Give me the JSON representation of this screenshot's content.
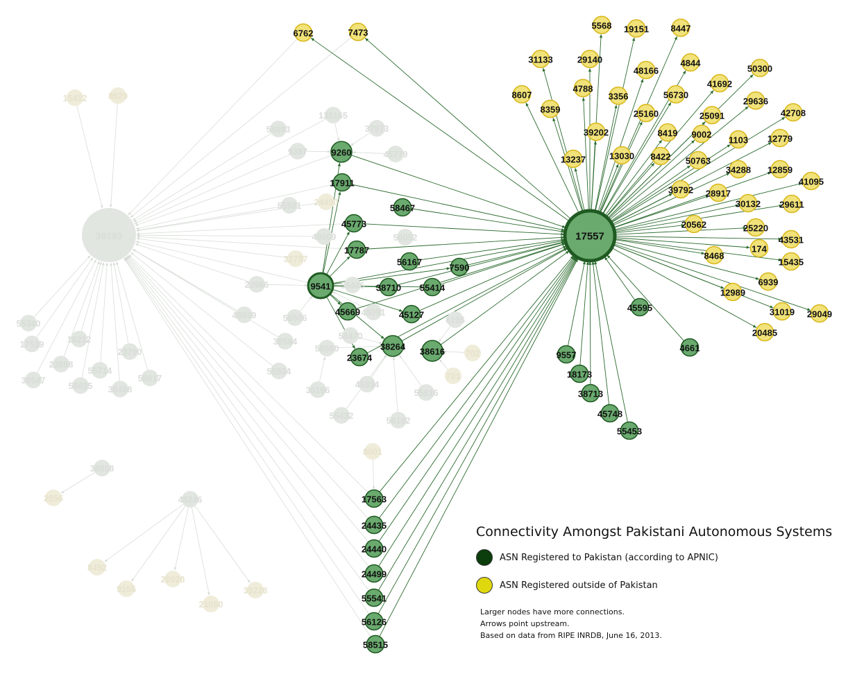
{
  "colors": {
    "pk_fill": "#6aaa6e",
    "pk_stroke": "#1f5a22",
    "foreign_fill": "#f1e27a",
    "foreign_stroke": "#d9b81c",
    "faded_fill": "#e2e6e1",
    "faded_foreign_fill": "#efecda",
    "edge_active": "#2a6a2d",
    "edge_faded": "#dbe0da",
    "legend_pk": "#0c3d0c",
    "legend_foreign": "#e0d80f"
  },
  "legend": {
    "title": "Connectivity Amongst Pakistani Autonomous Systems",
    "items": [
      {
        "label": "ASN Registered to Pakistan (according to APNIC)",
        "color": "#0c3d0c"
      },
      {
        "label": "ASN Registered outside of Pakistan",
        "color": "#e0d80f"
      }
    ],
    "notes": [
      "Larger nodes have more connections.",
      "Arrows point upstream.",
      "Based on data from RIPE INRDB, June 16, 2013."
    ]
  },
  "nodes": [
    {
      "id": "17557",
      "kind": "pk"
    },
    {
      "id": "9541",
      "kind": "pk"
    },
    {
      "id": "9260",
      "kind": "pk"
    },
    {
      "id": "17911",
      "kind": "pk"
    },
    {
      "id": "58467",
      "kind": "pk"
    },
    {
      "id": "45773",
      "kind": "pk"
    },
    {
      "id": "17787",
      "kind": "pk"
    },
    {
      "id": "56167",
      "kind": "pk"
    },
    {
      "id": "7590",
      "kind": "pk"
    },
    {
      "id": "38710",
      "kind": "pk"
    },
    {
      "id": "55414",
      "kind": "pk"
    },
    {
      "id": "45669",
      "kind": "pk"
    },
    {
      "id": "45127",
      "kind": "pk"
    },
    {
      "id": "38264",
      "kind": "pk"
    },
    {
      "id": "38616",
      "kind": "pk"
    },
    {
      "id": "23674",
      "kind": "pk"
    },
    {
      "id": "45595",
      "kind": "pk"
    },
    {
      "id": "4661",
      "kind": "pk"
    },
    {
      "id": "9557",
      "kind": "pk"
    },
    {
      "id": "18173",
      "kind": "pk"
    },
    {
      "id": "38713",
      "kind": "pk"
    },
    {
      "id": "45748",
      "kind": "pk"
    },
    {
      "id": "55453",
      "kind": "pk"
    },
    {
      "id": "17563",
      "kind": "pk"
    },
    {
      "id": "24435",
      "kind": "pk"
    },
    {
      "id": "24440",
      "kind": "pk"
    },
    {
      "id": "24499",
      "kind": "pk"
    },
    {
      "id": "55541",
      "kind": "pk"
    },
    {
      "id": "56126",
      "kind": "pk"
    },
    {
      "id": "58515",
      "kind": "pk"
    },
    {
      "id": "6762",
      "kind": "foreign"
    },
    {
      "id": "7473",
      "kind": "foreign"
    },
    {
      "id": "5568",
      "kind": "foreign"
    },
    {
      "id": "19151",
      "kind": "foreign"
    },
    {
      "id": "8447",
      "kind": "foreign"
    },
    {
      "id": "31133",
      "kind": "foreign"
    },
    {
      "id": "29140",
      "kind": "foreign"
    },
    {
      "id": "4844",
      "kind": "foreign"
    },
    {
      "id": "48166",
      "kind": "foreign"
    },
    {
      "id": "50300",
      "kind": "foreign"
    },
    {
      "id": "8607",
      "kind": "foreign"
    },
    {
      "id": "4788",
      "kind": "foreign"
    },
    {
      "id": "3356",
      "kind": "foreign"
    },
    {
      "id": "56730",
      "kind": "foreign"
    },
    {
      "id": "41692",
      "kind": "foreign"
    },
    {
      "id": "29636",
      "kind": "foreign"
    },
    {
      "id": "8359",
      "kind": "foreign"
    },
    {
      "id": "25160",
      "kind": "foreign"
    },
    {
      "id": "25091",
      "kind": "foreign"
    },
    {
      "id": "42708",
      "kind": "foreign"
    },
    {
      "id": "39202",
      "kind": "foreign"
    },
    {
      "id": "8419",
      "kind": "foreign"
    },
    {
      "id": "9002",
      "kind": "foreign"
    },
    {
      "id": "1103",
      "kind": "foreign"
    },
    {
      "id": "12779",
      "kind": "foreign"
    },
    {
      "id": "13237",
      "kind": "foreign"
    },
    {
      "id": "13030",
      "kind": "foreign"
    },
    {
      "id": "8422",
      "kind": "foreign"
    },
    {
      "id": "50763",
      "kind": "foreign"
    },
    {
      "id": "34288",
      "kind": "foreign"
    },
    {
      "id": "12859",
      "kind": "foreign"
    },
    {
      "id": "41095",
      "kind": "foreign"
    },
    {
      "id": "39792",
      "kind": "foreign"
    },
    {
      "id": "28917",
      "kind": "foreign"
    },
    {
      "id": "30132",
      "kind": "foreign"
    },
    {
      "id": "29611",
      "kind": "foreign"
    },
    {
      "id": "20562",
      "kind": "foreign"
    },
    {
      "id": "25220",
      "kind": "foreign"
    },
    {
      "id": "43531",
      "kind": "foreign"
    },
    {
      "id": "174",
      "kind": "foreign"
    },
    {
      "id": "8468",
      "kind": "foreign"
    },
    {
      "id": "15435",
      "kind": "foreign"
    },
    {
      "id": "6939",
      "kind": "foreign"
    },
    {
      "id": "12989",
      "kind": "foreign"
    },
    {
      "id": "31019",
      "kind": "foreign"
    },
    {
      "id": "29049",
      "kind": "foreign"
    },
    {
      "id": "20485",
      "kind": "foreign"
    },
    {
      "id": "38193",
      "kind": "faded"
    },
    {
      "id": "15412",
      "kind": "faded_foreign"
    },
    {
      "id": "8529",
      "kind": "faded_foreign"
    },
    {
      "id": "132165",
      "kind": "faded"
    },
    {
      "id": "58893",
      "kind": "faded"
    },
    {
      "id": "37973",
      "kind": "faded"
    },
    {
      "id": "9387",
      "kind": "faded"
    },
    {
      "id": "45779",
      "kind": "faded"
    },
    {
      "id": "55501",
      "kind": "faded"
    },
    {
      "id": "24490",
      "kind": "faded_foreign"
    },
    {
      "id": "48609",
      "kind": "faded"
    },
    {
      "id": "56052",
      "kind": "faded"
    },
    {
      "id": "32787",
      "kind": "faded_foreign"
    },
    {
      "id": "23966",
      "kind": "faded"
    },
    {
      "id": "55446",
      "kind": "faded"
    },
    {
      "id": "45939",
      "kind": "faded"
    },
    {
      "id": "58506",
      "kind": "faded"
    },
    {
      "id": "45091",
      "kind": "faded"
    },
    {
      "id": "6195",
      "kind": "faded"
    },
    {
      "id": "58470",
      "kind": "faded"
    },
    {
      "id": "38584",
      "kind": "faded"
    },
    {
      "id": "58680",
      "kind": "faded"
    },
    {
      "id": "702",
      "kind": "faded_foreign"
    },
    {
      "id": "701",
      "kind": "faded_foreign"
    },
    {
      "id": "55534",
      "kind": "faded"
    },
    {
      "id": "38196",
      "kind": "faded"
    },
    {
      "id": "45834",
      "kind": "faded"
    },
    {
      "id": "55816",
      "kind": "faded"
    },
    {
      "id": "55432",
      "kind": "faded"
    },
    {
      "id": "56192",
      "kind": "faded"
    },
    {
      "id": "55340",
      "kind": "faded"
    },
    {
      "id": "17539",
      "kind": "faded"
    },
    {
      "id": "18212",
      "kind": "faded"
    },
    {
      "id": "23790",
      "kind": "faded"
    },
    {
      "id": "23888",
      "kind": "faded"
    },
    {
      "id": "55714",
      "kind": "faded"
    },
    {
      "id": "38547",
      "kind": "faded"
    },
    {
      "id": "58895",
      "kind": "faded"
    },
    {
      "id": "38488",
      "kind": "faded"
    },
    {
      "id": "58617",
      "kind": "faded"
    },
    {
      "id": "8001",
      "kind": "faded_foreign"
    },
    {
      "id": "38808",
      "kind": "faded"
    },
    {
      "id": "2856",
      "kind": "faded_foreign"
    },
    {
      "id": "45246",
      "kind": "faded"
    },
    {
      "id": "8452",
      "kind": "faded_foreign"
    },
    {
      "id": "9155",
      "kind": "faded_foreign"
    },
    {
      "id": "20928",
      "kind": "faded_foreign"
    },
    {
      "id": "21050",
      "kind": "faded_foreign"
    },
    {
      "id": "39228",
      "kind": "faded_foreign"
    }
  ],
  "edges": [
    [
      "17557",
      "5568"
    ],
    [
      "17557",
      "19151"
    ],
    [
      "17557",
      "8447"
    ],
    [
      "17557",
      "31133"
    ],
    [
      "17557",
      "29140"
    ],
    [
      "17557",
      "4844"
    ],
    [
      "17557",
      "48166"
    ],
    [
      "17557",
      "50300"
    ],
    [
      "17557",
      "8607"
    ],
    [
      "17557",
      "4788"
    ],
    [
      "17557",
      "3356"
    ],
    [
      "17557",
      "56730"
    ],
    [
      "17557",
      "41692"
    ],
    [
      "17557",
      "29636"
    ],
    [
      "17557",
      "8359"
    ],
    [
      "17557",
      "25160"
    ],
    [
      "17557",
      "25091"
    ],
    [
      "17557",
      "42708"
    ],
    [
      "17557",
      "39202"
    ],
    [
      "17557",
      "8419"
    ],
    [
      "17557",
      "9002"
    ],
    [
      "17557",
      "1103"
    ],
    [
      "17557",
      "12779"
    ],
    [
      "17557",
      "13237"
    ],
    [
      "17557",
      "13030"
    ],
    [
      "17557",
      "8422"
    ],
    [
      "17557",
      "50763"
    ],
    [
      "17557",
      "34288"
    ],
    [
      "17557",
      "12859"
    ],
    [
      "17557",
      "41095"
    ],
    [
      "17557",
      "39792"
    ],
    [
      "17557",
      "28917"
    ],
    [
      "17557",
      "30132"
    ],
    [
      "17557",
      "29611"
    ],
    [
      "17557",
      "20562"
    ],
    [
      "17557",
      "25220"
    ],
    [
      "17557",
      "43531"
    ],
    [
      "17557",
      "174"
    ],
    [
      "17557",
      "8468"
    ],
    [
      "17557",
      "15435"
    ],
    [
      "17557",
      "6939"
    ],
    [
      "17557",
      "12989"
    ],
    [
      "17557",
      "31019"
    ],
    [
      "17557",
      "29049"
    ],
    [
      "17557",
      "20485"
    ],
    [
      "17557",
      "6762"
    ],
    [
      "17557",
      "7473"
    ],
    [
      "9260",
      "17557"
    ],
    [
      "17911",
      "17557"
    ],
    [
      "58467",
      "17557"
    ],
    [
      "45773",
      "17557"
    ],
    [
      "17787",
      "17557"
    ],
    [
      "56167",
      "17557"
    ],
    [
      "7590",
      "17557"
    ],
    [
      "38710",
      "17557"
    ],
    [
      "55414",
      "17557"
    ],
    [
      "45669",
      "17557"
    ],
    [
      "45127",
      "17557"
    ],
    [
      "38264",
      "17557"
    ],
    [
      "38616",
      "17557"
    ],
    [
      "23674",
      "17557"
    ],
    [
      "9541",
      "17557"
    ],
    [
      "45595",
      "17557"
    ],
    [
      "4661",
      "17557"
    ],
    [
      "9557",
      "17557"
    ],
    [
      "18173",
      "17557"
    ],
    [
      "38713",
      "17557"
    ],
    [
      "45748",
      "17557"
    ],
    [
      "55453",
      "17557"
    ],
    [
      "17563",
      "17557"
    ],
    [
      "24435",
      "17557"
    ],
    [
      "24440",
      "17557"
    ],
    [
      "24499",
      "17557"
    ],
    [
      "55541",
      "17557"
    ],
    [
      "56126",
      "17557"
    ],
    [
      "58515",
      "17557"
    ],
    [
      "9541",
      "9260"
    ],
    [
      "9541",
      "17911"
    ],
    [
      "9541",
      "45773"
    ],
    [
      "9541",
      "17787"
    ],
    [
      "9541",
      "38710"
    ],
    [
      "9541",
      "45669"
    ],
    [
      "9541",
      "45127"
    ],
    [
      "9541",
      "38264"
    ],
    [
      "9541",
      "23674"
    ],
    [
      "9541",
      "55414"
    ],
    [
      "9541",
      "7590"
    ]
  ],
  "faded_edges": [
    [
      "15412",
      "38193"
    ],
    [
      "8529",
      "38193"
    ],
    [
      "132165",
      "38193"
    ],
    [
      "58893",
      "38193"
    ],
    [
      "9387",
      "38193"
    ],
    [
      "55501",
      "38193"
    ],
    [
      "24490",
      "38193"
    ],
    [
      "48609",
      "38193"
    ],
    [
      "32787",
      "38193"
    ],
    [
      "23966",
      "38193"
    ],
    [
      "45939",
      "38193"
    ],
    [
      "38584",
      "38193"
    ],
    [
      "55534",
      "38193"
    ],
    [
      "55340",
      "38193"
    ],
    [
      "17539",
      "38193"
    ],
    [
      "18212",
      "38193"
    ],
    [
      "23790",
      "38193"
    ],
    [
      "23888",
      "38193"
    ],
    [
      "55714",
      "38193"
    ],
    [
      "38547",
      "38193"
    ],
    [
      "58895",
      "38193"
    ],
    [
      "38488",
      "38193"
    ],
    [
      "58617",
      "38193"
    ],
    [
      "17563",
      "38193"
    ],
    [
      "24435",
      "38193"
    ],
    [
      "24440",
      "38193"
    ],
    [
      "24499",
      "38193"
    ],
    [
      "55541",
      "38193"
    ],
    [
      "56126",
      "38193"
    ],
    [
      "58515",
      "38193"
    ],
    [
      "9260",
      "38193"
    ],
    [
      "17911",
      "38193"
    ],
    [
      "45773",
      "38193"
    ],
    [
      "17787",
      "38193"
    ],
    [
      "9541",
      "38193"
    ],
    [
      "6762",
      "38193"
    ],
    [
      "7473",
      "38193"
    ],
    [
      "132165",
      "9260"
    ],
    [
      "37973",
      "9260"
    ],
    [
      "45779",
      "9260"
    ],
    [
      "9387",
      "9260"
    ],
    [
      "58470",
      "38264"
    ],
    [
      "58680",
      "38264"
    ],
    [
      "45834",
      "38264"
    ],
    [
      "55816",
      "38264"
    ],
    [
      "55432",
      "38264"
    ],
    [
      "56192",
      "38264"
    ],
    [
      "6195",
      "38616"
    ],
    [
      "702",
      "38616"
    ],
    [
      "701",
      "38616"
    ],
    [
      "38196",
      "58680"
    ],
    [
      "58506",
      "9541"
    ],
    [
      "55446",
      "9541"
    ],
    [
      "45091",
      "9541"
    ],
    [
      "23966",
      "9541"
    ],
    [
      "8001",
      "17563"
    ],
    [
      "38808",
      "2856"
    ],
    [
      "45246",
      "8452"
    ],
    [
      "45246",
      "9155"
    ],
    [
      "45246",
      "20928"
    ],
    [
      "45246",
      "21050"
    ],
    [
      "45246",
      "39228"
    ]
  ]
}
